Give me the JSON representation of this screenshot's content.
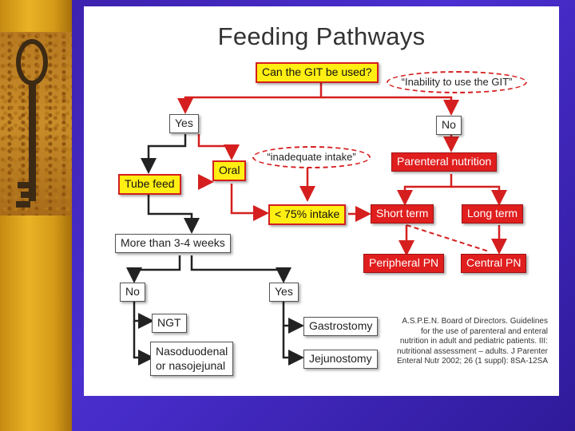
{
  "slide": {
    "title": "Feeding Pathways",
    "reference": "A.S.P.E.N. Board of Directors. Guidelines for the use of parenteral and enteral nutrition in adult and pediatric patients. III: nutritional assessment – adults. J Parenter Enteral Nutr 2002; 26 (1 suppl): 8SA-12SA"
  },
  "nodes": {
    "git_question": "Can the GIT be used?",
    "inability_callout": "“Inability to use the GIT”",
    "yes_top": "Yes",
    "no_top": "No",
    "oral": "Oral",
    "inadequate_callout": "“inadequate intake”",
    "parenteral": "Parenteral nutrition",
    "tube_feed": "Tube feed",
    "less_75": "< 75% intake",
    "short_term": "Short term",
    "long_term": "Long term",
    "more_than": "More than 3-4 weeks",
    "peripheral_pn": "Peripheral PN",
    "central_pn": "Central PN",
    "no_bottom": "No",
    "yes_bottom": "Yes",
    "ngt": "NGT",
    "gastrostomy": "Gastrostomy",
    "nasoduodenal_1": "Nasoduodenal",
    "nasoduodenal_2": "or nasojejunal",
    "jejunostomy": "Jejunostomy"
  },
  "colors": {
    "background": "#3f24c0",
    "accent_red": "#d51f1f",
    "highlight_yellow": "#ffef12",
    "left_strip": "#e0a820"
  }
}
